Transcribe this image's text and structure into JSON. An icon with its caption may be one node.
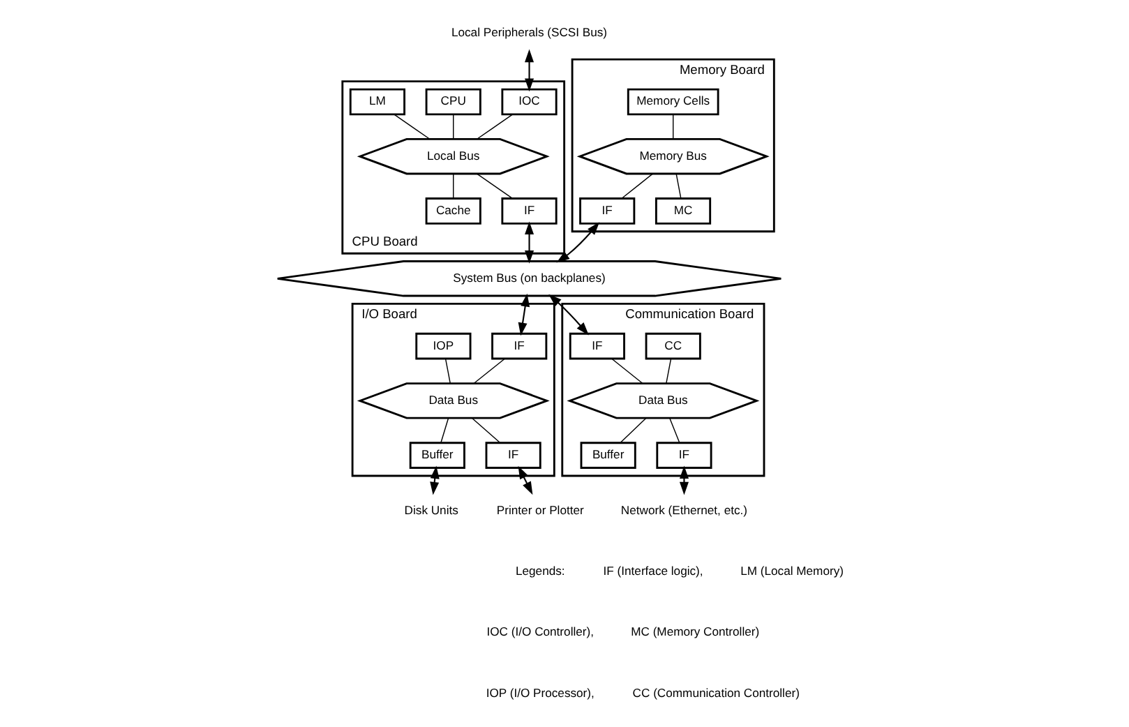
{
  "diagram": {
    "nodes": [
      {
        "text": [
          "Local Peripherals (SCSI Bus)"
        ]
      },
      {
        "text": [
          "CPU Board"
        ]
      },
      {
        "text": [
          "LM"
        ],
        "in": 1
      },
      {
        "text": [
          "CPU"
        ],
        "in": 1
      },
      {
        "text": [
          "IOC"
        ],
        "in": 1
      },
      {
        "text": [
          "Local Bus"
        ],
        "in": 1
      },
      {
        "text": [
          "Cache"
        ],
        "in": 1
      },
      {
        "text": [
          "IF"
        ],
        "in": 1
      },
      {
        "text": [
          "Memory Board"
        ]
      },
      {
        "text": [
          "Memory Cells"
        ],
        "in": 8
      },
      {
        "text": [
          "Memory Bus"
        ],
        "in": 8
      },
      {
        "text": [
          "IF"
        ],
        "in": 8
      },
      {
        "text": [
          "MC"
        ],
        "in": 8
      },
      {
        "text": [
          "System Bus (on backplanes)"
        ]
      },
      {
        "text": [
          "I/O Board"
        ]
      },
      {
        "text": [
          "IOP"
        ],
        "in": 14
      },
      {
        "text": [
          "IF"
        ],
        "in": 14
      },
      {
        "text": [
          "Data Bus"
        ],
        "in": 14
      },
      {
        "text": [
          "Buffer"
        ],
        "in": 14
      },
      {
        "text": [
          "IF"
        ],
        "in": 14
      },
      {
        "text": [
          "Communication Board"
        ]
      },
      {
        "text": [
          "IF"
        ],
        "in": 20
      },
      {
        "text": [
          "CC"
        ],
        "in": 20
      },
      {
        "text": [
          "Data Bus"
        ],
        "in": 20
      },
      {
        "text": [
          "Buffer"
        ],
        "in": 20
      },
      {
        "text": [
          "IF"
        ],
        "in": 20
      },
      {
        "text": [
          "Disk Units"
        ]
      },
      {
        "text": [
          "Printer or Plotter"
        ]
      },
      {
        "text": [
          "Network (Ethernet, etc.)"
        ]
      }
    ],
    "edges": [
      {
        "from": 0,
        "to": 4,
        "arrow": "both"
      },
      {
        "from": 2,
        "to": 5,
        "arrow": "none"
      },
      {
        "from": 3,
        "to": 5,
        "arrow": "none"
      },
      {
        "from": 4,
        "to": 5,
        "arrow": "none"
      },
      {
        "from": 5,
        "to": 6,
        "arrow": "none"
      },
      {
        "from": 5,
        "to": 7,
        "arrow": "none"
      },
      {
        "from": 7,
        "to": 13,
        "arrow": "both"
      },
      {
        "from": 9,
        "to": 10,
        "arrow": "none"
      },
      {
        "from": 10,
        "to": 11,
        "arrow": "none"
      },
      {
        "from": 10,
        "to": 12,
        "arrow": "none"
      },
      {
        "from": 11,
        "to": 13,
        "arrow": "both"
      },
      {
        "from": 13,
        "to": 16,
        "arrow": "both"
      },
      {
        "from": 15,
        "to": 17,
        "arrow": "none"
      },
      {
        "from": 16,
        "to": 17,
        "arrow": "none"
      },
      {
        "from": 17,
        "to": 18,
        "arrow": "none"
      },
      {
        "from": 17,
        "to": 19,
        "arrow": "none"
      },
      {
        "from": 18,
        "to": 26,
        "arrow": "both"
      },
      {
        "from": 19,
        "to": 27,
        "arrow": "both"
      },
      {
        "from": 13,
        "to": 21,
        "arrow": "both"
      },
      {
        "from": 21,
        "to": 23,
        "arrow": "none"
      },
      {
        "from": 22,
        "to": 23,
        "arrow": "none"
      },
      {
        "from": 23,
        "to": 24,
        "arrow": "none"
      },
      {
        "from": 23,
        "to": 25,
        "arrow": "none"
      },
      {
        "from": 25,
        "to": 28,
        "arrow": "both"
      }
    ],
    "labels": [
      "Legends:",
      "IF (Interface logic),",
      "LM (Local Memory)",
      "IOC (I/O Controller),",
      "MC (Memory Controller)",
      "IOP (I/O Processor),",
      "CC (Communication Controller)"
    ]
  }
}
